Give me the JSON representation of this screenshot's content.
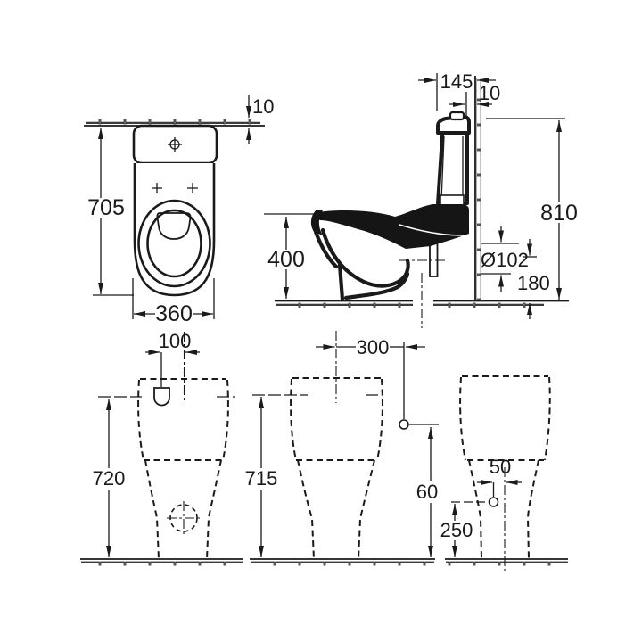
{
  "drawing": {
    "type": "sanitary-ware installation dimension drawing",
    "background_color": "#ffffff",
    "line_color": "#1a1a1a",
    "dims": {
      "plan_wall_thickness": "10",
      "plan_depth": "705",
      "plan_width": "360",
      "side_cistern_depth": "145",
      "side_wall_gap": "10",
      "side_total_height": "810",
      "side_bowl_height": "400",
      "side_outlet_diameter": "Ø102",
      "side_outlet_height": "180",
      "rear_inlet_offset": "100",
      "rear_height": "720",
      "mid_offset": "300",
      "mid_height": "715",
      "mid_inlet_height": "60",
      "right_inlet_offset": "50",
      "right_inlet_height": "250"
    }
  }
}
